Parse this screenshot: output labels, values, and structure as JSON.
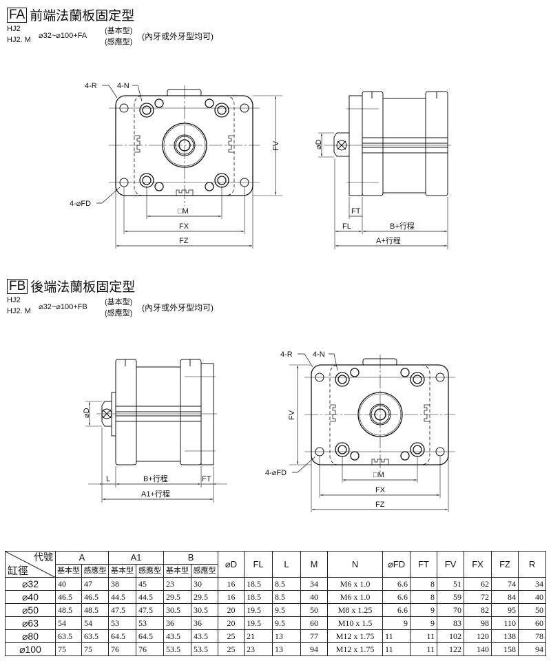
{
  "fa": {
    "code": "FA",
    "title": "前端法蘭板固定型",
    "model1": "HJ2",
    "model2": "HJ2. M",
    "range": "⌀32~⌀100+FA",
    "type1": "(基本型)",
    "type2": "(感應型)",
    "note": "(內牙或外牙型均可)"
  },
  "fb": {
    "code": "FB",
    "title": "後端法蘭板固定型",
    "model1": "HJ2",
    "model2": "HJ2. M",
    "range": "⌀32~⌀100+FB",
    "type1": "(基本型)",
    "type2": "(感應型)",
    "note": "(內牙或外牙型均可)"
  },
  "labels": {
    "r": "4-R",
    "n": "4-N",
    "fd": "4-⌀FD",
    "fv": "FV",
    "m": "□M",
    "fx": "FX",
    "fz": "FZ",
    "d": "⌀D",
    "ft": "FT",
    "fl": "FL",
    "l": "L",
    "b_stroke": "B+行程",
    "a_stroke": "A+行程",
    "a1_stroke": "A1+行程"
  },
  "table": {
    "corner_top": "代號",
    "corner_bottom": "缸徑",
    "group_headers": [
      "A",
      "A1",
      "B"
    ],
    "sub_headers": [
      "基本型",
      "感應型",
      "基本型",
      "感應型",
      "基本型",
      "感應型"
    ],
    "single_headers": [
      "⌀D",
      "FL",
      "L",
      "M",
      "N",
      "⌀FD",
      "FT",
      "FV",
      "FX",
      "FZ",
      "R"
    ],
    "rows": [
      [
        "⌀32",
        "40",
        "47",
        "38",
        "45",
        "23",
        "30",
        "16",
        "18.5",
        "8.5",
        "34",
        "M6 x 1.0",
        "6.6",
        "8",
        "51",
        "62",
        "74",
        "34"
      ],
      [
        "⌀40",
        "46.5",
        "46.5",
        "44.5",
        "44.5",
        "29.5",
        "29.5",
        "16",
        "18.5",
        "8.5",
        "40",
        "M6 x 1.0",
        "6.6",
        "8",
        "59",
        "72",
        "84",
        "40"
      ],
      [
        "⌀50",
        "48.5",
        "48.5",
        "47.5",
        "47.5",
        "30.5",
        "30.5",
        "20",
        "19.5",
        "9.5",
        "50",
        "M8 x 1.25",
        "6.6",
        "9",
        "70",
        "82",
        "95",
        "50"
      ],
      [
        "⌀63",
        "54",
        "54",
        "53",
        "53",
        "36",
        "36",
        "20",
        "19.5",
        "9.5",
        "60",
        "M10 x 1.5",
        "9",
        "9",
        "83",
        "98",
        "110",
        "60"
      ],
      [
        "⌀80",
        "63.5",
        "63.5",
        "64.5",
        "64.5",
        "43.5",
        "43.5",
        "25",
        "21",
        "13",
        "77",
        "M12 x 1.75",
        "11",
        "11",
        "102",
        "120",
        "138",
        "78"
      ],
      [
        "⌀100",
        "75",
        "75",
        "76",
        "76",
        "53.5",
        "53.5",
        "25",
        "23",
        "13",
        "94",
        "M12 x 1.75",
        "11",
        "11",
        "122",
        "140",
        "158",
        "94"
      ]
    ]
  }
}
